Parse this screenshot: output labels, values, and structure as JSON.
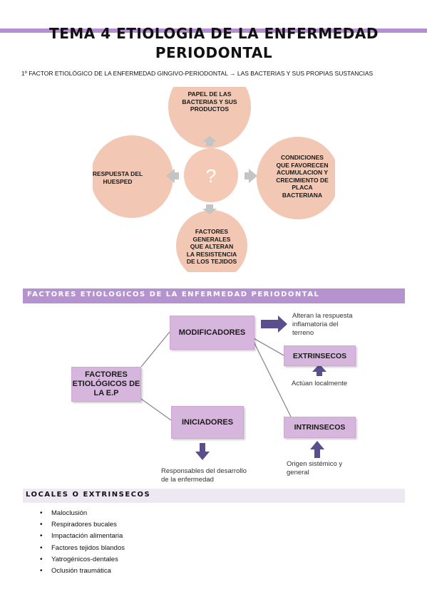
{
  "header": {
    "title_line1": "TEMA 4 ETIOLOGIA DE LA ENFERMEDAD",
    "title_line2": "PERIODONTAL",
    "subtitle": "1º FACTOR ETIOLÓGICO DE LA ENFERMEDAD GINGIVO-PERIODONTAL → LAS BACTERIAS Y SUS PROPIAS SUSTANCIAS"
  },
  "cycle": {
    "center": "?",
    "top": [
      "PAPEL DE LAS",
      "BACTERIAS  Y SUS",
      "PRODUCTOS"
    ],
    "right": [
      "CONDICIONES",
      "QUE FAVORECEN",
      "ACUMULACION Y",
      "CRECIMIENTO DE",
      "PLACA",
      "BACTERIANA"
    ],
    "bottom": [
      "FACTORES",
      "GENERALES",
      "QUE ALTERAN",
      "LA RESISTENCIA",
      "DE LOS TEJIDOS"
    ],
    "left": [
      "RESPUESTA DEL",
      "HUESPED"
    ],
    "colors": {
      "circle": "#f2c7b4",
      "center": "#f4c9b6",
      "arrow": "#c4c4c4"
    }
  },
  "factors_section": {
    "heading": "FACTORES ETIOLOGICOS DE LA ENFERMEDAD PERIODONTAL",
    "main_box": [
      "FACTORES",
      "ETIOLÓGICOS DE",
      "LA E.P"
    ],
    "modificadores": "MODIFICADORES",
    "iniciadores": "INICIADORES",
    "extrinsecos": "EXTRINSECOS",
    "intrinsecos": "INTRINSECOS",
    "note_modificadores": [
      "Alteran la respuesta",
      "inflamatoria del",
      "terreno"
    ],
    "note_extrinsecos": "Actúan localmente",
    "note_intrinsecos": [
      "Origen sistémico y",
      "general"
    ],
    "note_iniciadores": [
      "Responsables del desarrollo",
      "de la enfermedad"
    ],
    "colors": {
      "box": "#d7b6dd",
      "arrow": "#5a4f8c",
      "line": "#8a8a8a",
      "heading_bg": "#b593cf"
    }
  },
  "locales_section": {
    "heading": "LOCALES O EXTRINSECOS",
    "items": [
      "Maloclusión",
      "Respiradores bucales",
      "Impactación alimentaria",
      "Factores tejidos blandos",
      "Yatrogénicos-dentales",
      "Oclusión traumática"
    ]
  }
}
